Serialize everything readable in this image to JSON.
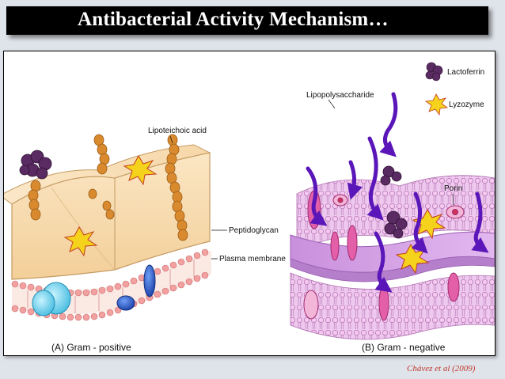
{
  "title": "Antibacterial Activity Mechanism…",
  "credit": "Chávez et al (2009)",
  "diagram": {
    "labels": {
      "lipoteichoic_acid": "Lipoteichoic acid",
      "peptidoglycan": "Peptidoglycan",
      "plasma_membrane": "Plasma membrane",
      "lipopolysaccharide": "Lipopolysaccharide",
      "porin": "Porin",
      "legend_lactoferrin": "Lactoferrin",
      "legend_lyzozyme": "Lyzozyme",
      "caption_a": "(A)  Gram - positive",
      "caption_b": "(B)  Gram - negative"
    },
    "colors": {
      "wall": "#f8dcb0",
      "wall_edge": "#c49a62",
      "lipid_head": "#f2a0a0",
      "bead": "#d98a2f",
      "lactoferrin": "#5a2a62",
      "lyzozyme": "#f5d21c",
      "gn_membrane": "#eac0ea",
      "gn_layer": "#cf9fe0",
      "lps_arrow": "#5a16b8",
      "porin": "#e35fa8",
      "credit": "#c0392b"
    }
  }
}
